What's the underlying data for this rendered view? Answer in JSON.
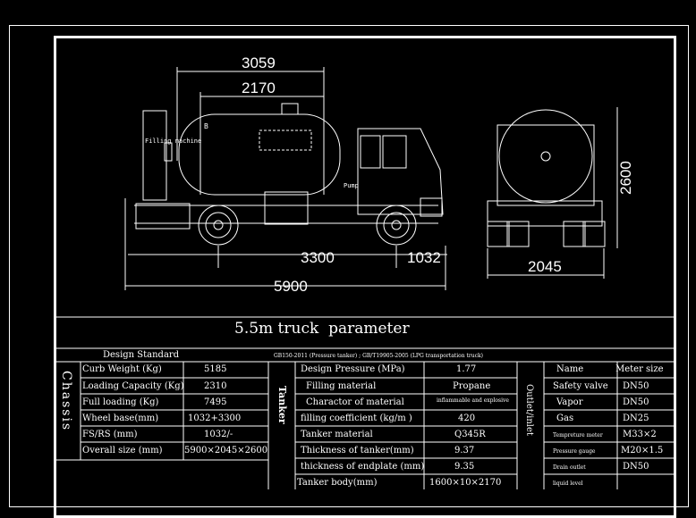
{
  "drawing": {
    "dims": {
      "overall_top": "3059",
      "tank_length": "2170",
      "wheelbase": "3300",
      "rear_overhang": "1032",
      "overall_length": "5900",
      "height": "2600",
      "width": "2045"
    },
    "labels": {
      "filling_machine": "Filling machine",
      "tank_mark": "B",
      "pump": "Pump"
    }
  },
  "title": "5.5m truck  parameter",
  "table": {
    "design_standard_label": "Design Standard",
    "design_standard_value": "GB150-2011 (Pressure tanker) ; GB/T19905-2005 (LPG transportation truck)",
    "chassis_label": "Chassis",
    "chassis_rows": [
      {
        "name": "Curb Weight (Kg)",
        "value": "5185"
      },
      {
        "name": "Loading Capacity (Kg)",
        "value": "2310"
      },
      {
        "name": "Full loading (Kg)",
        "value": "7495"
      },
      {
        "name": "Wheel base(mm)",
        "value": "1032+3300"
      },
      {
        "name": "FS/RS (mm)",
        "value": "1032/-"
      },
      {
        "name": "Overall size (mm)",
        "value": "5900×2045×2600"
      }
    ],
    "tanker_label": "Tanker",
    "tanker_rows": [
      {
        "name": "Design Pressure (MPa)",
        "value": "1.77"
      },
      {
        "name": "Filling material",
        "value": "Propane"
      },
      {
        "name": "Charactor of material",
        "value": "inflammable and explosive"
      },
      {
        "name": "filling coefficient  (kg/m )",
        "value": "420"
      },
      {
        "name": "Tanker material",
        "value": "Q345R"
      },
      {
        "name": "Thickness of tanker(mm)",
        "value": "9.37"
      },
      {
        "name": "thickness of endplate (mm)",
        "value": "9.35"
      },
      {
        "name": "Tanker body(mm)",
        "value": "1600×10×2170"
      }
    ],
    "outlet_label": "Outlet/inlet",
    "outlet_header": {
      "name": "Name",
      "value": "Meter size"
    },
    "outlet_rows": [
      {
        "name": "Safety valve",
        "value": "DN50"
      },
      {
        "name": "Vapor",
        "value": "DN50"
      },
      {
        "name": "Gas",
        "value": "DN25"
      },
      {
        "name": "Tempreture meter",
        "value": "M33×2"
      },
      {
        "name": "Pressure gauge",
        "value": "M20×1.5"
      },
      {
        "name": "Drain outlet",
        "value": "DN50"
      },
      {
        "name": "liquid level",
        "value": ""
      }
    ]
  }
}
